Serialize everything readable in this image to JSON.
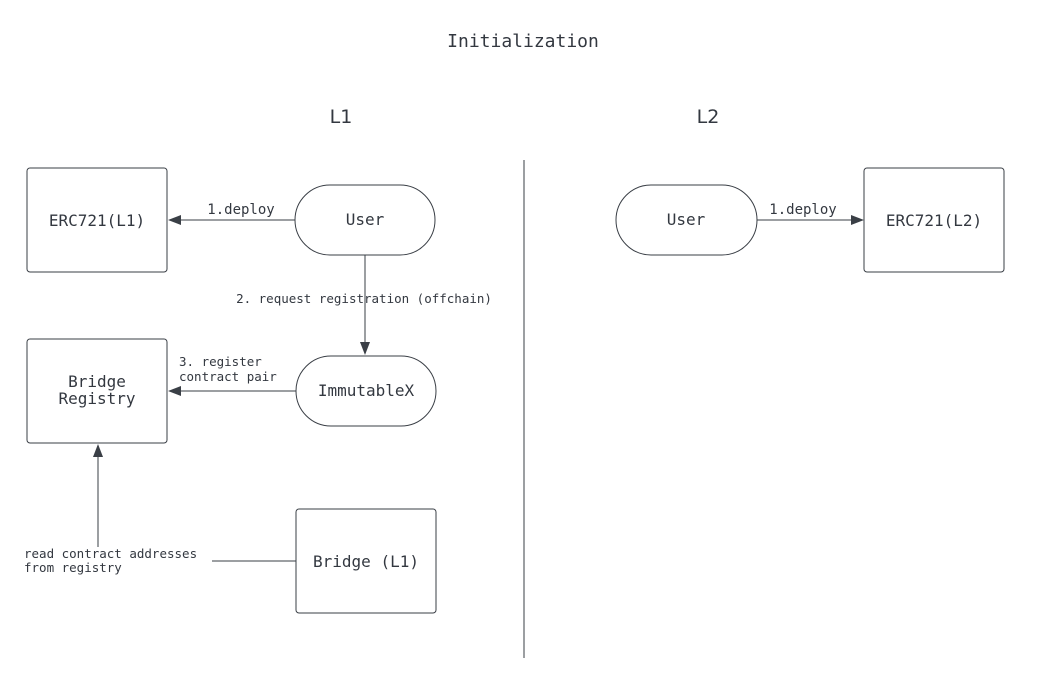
{
  "title": "Initialization",
  "lanes": {
    "l1": "L1",
    "l2": "L2"
  },
  "nodes": {
    "erc721_l1": "ERC721(L1)",
    "user_l1": "User",
    "bridge_registry_line1": "Bridge",
    "bridge_registry_line2": "Registry",
    "immutablex": "ImmutableX",
    "bridge_l1": "Bridge (L1)",
    "user_l2": "User",
    "erc721_l2": "ERC721(L2)"
  },
  "edges": {
    "deploy_l1": "1.deploy",
    "request_registration": "2. request registration (offchain)",
    "register_line1": "3. register",
    "register_line2": "contract pair",
    "read_line1": "read contract addresses",
    "read_line2": "from registry",
    "deploy_l2": "1.deploy"
  },
  "colors": {
    "stroke": "#3a3f46",
    "text": "#333840",
    "background": "#ffffff"
  }
}
